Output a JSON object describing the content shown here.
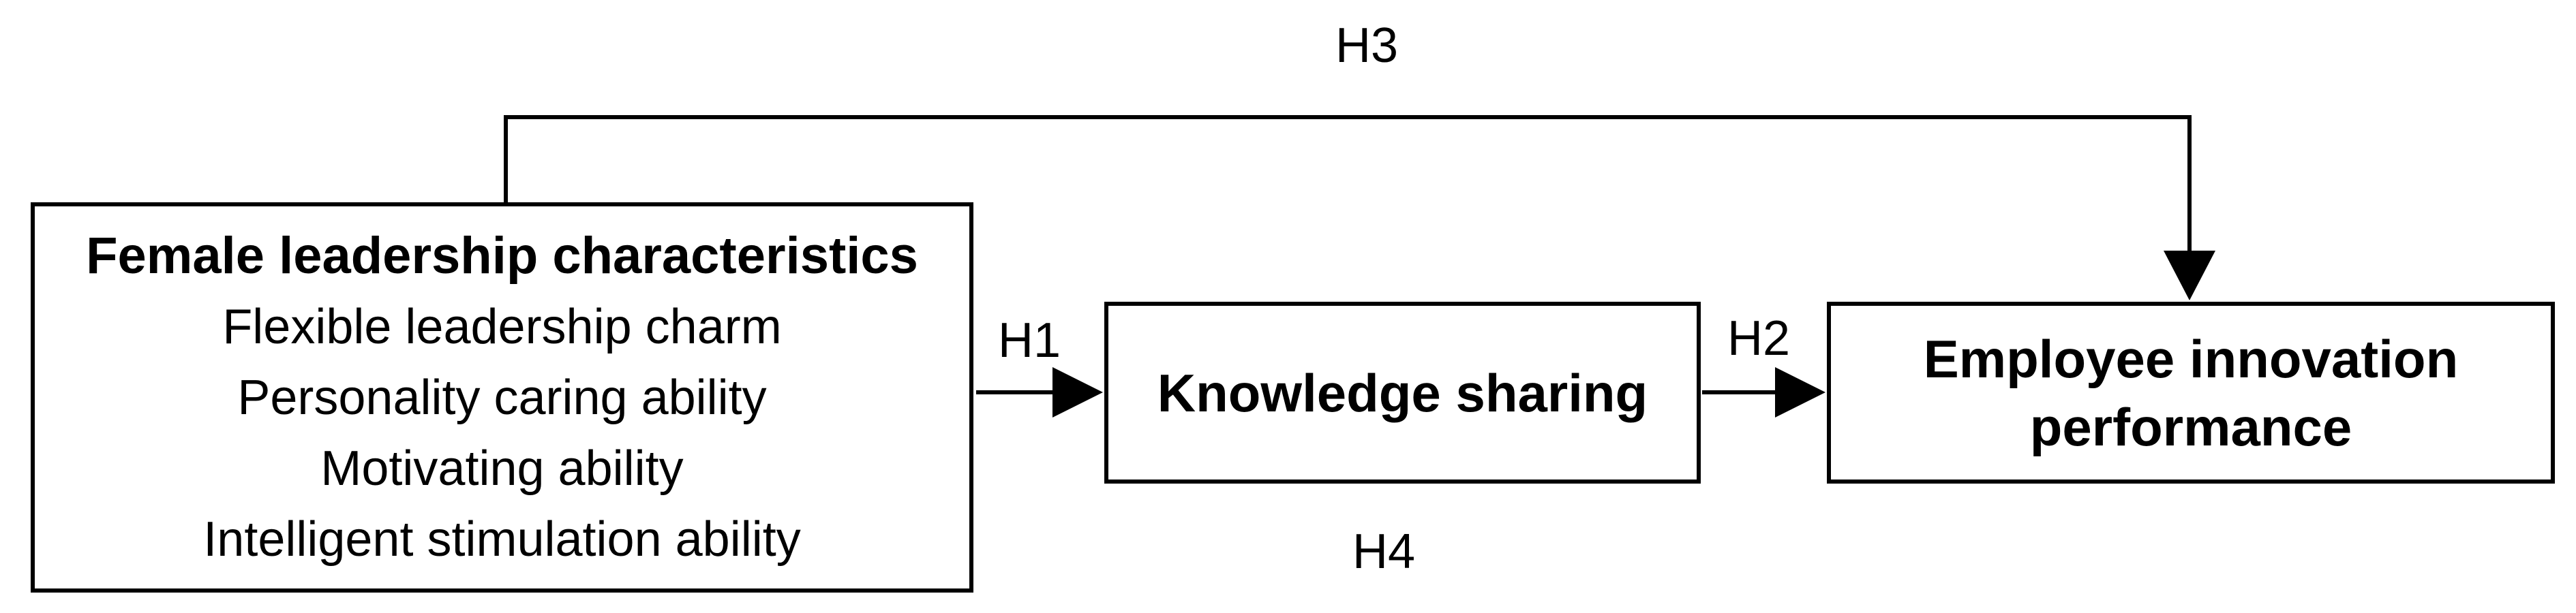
{
  "diagram": {
    "background_color": "#ffffff",
    "stroke_color": "#000000",
    "boxes": {
      "left": {
        "title": "Female leadership characteristics",
        "items": [
          "Flexible leadership charm",
          "Personality caring ability",
          "Motivating ability",
          "Intelligent stimulation ability"
        ]
      },
      "middle": {
        "title": "Knowledge sharing"
      },
      "right": {
        "lines": [
          "Employee innovation",
          "performance"
        ]
      }
    },
    "labels": {
      "h1": "H1",
      "h2": "H2",
      "h3": "H3",
      "h4": "H4"
    },
    "arrows": [
      {
        "name": "h1-arrow",
        "from": "left-box",
        "to": "middle-box",
        "direction": "right"
      },
      {
        "name": "h2-arrow",
        "from": "middle-box",
        "to": "right-box",
        "direction": "right"
      },
      {
        "name": "h3-arrow",
        "from": "left-box-top",
        "to": "right-box-top",
        "direction": "down"
      }
    ]
  }
}
